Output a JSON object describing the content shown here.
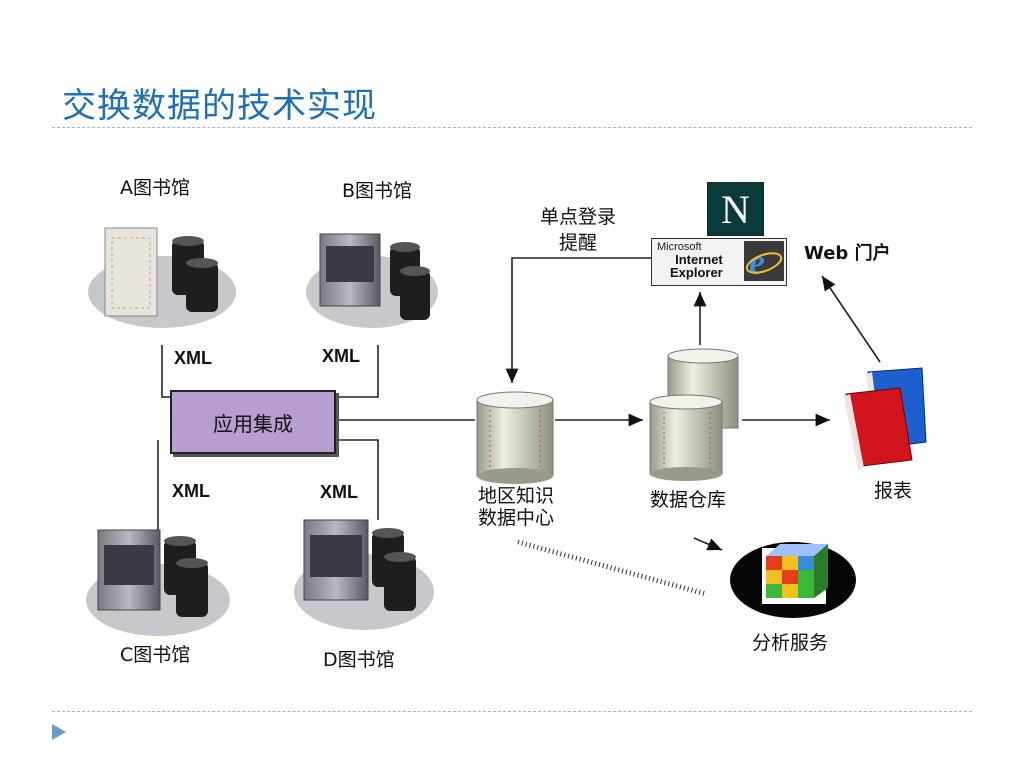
{
  "title": "交换数据的技术实现",
  "libraries": {
    "a": "A图书馆",
    "b": "B图书馆",
    "c": "C图书馆",
    "d": "D图书馆"
  },
  "xml_labels": [
    "XML",
    "XML",
    "XML",
    "XML"
  ],
  "app_integration": "应用集成",
  "regional_center": [
    "地区知识",
    "数据中心"
  ],
  "warehouse": "数据仓库",
  "sso": [
    "单点登录",
    "提醒"
  ],
  "web_portal": "Web 门户",
  "report": "报表",
  "analysis": "分析服务",
  "browser": {
    "ms": "Microsoft",
    "ie_line1": "Internet",
    "ie_line2": "Explorer",
    "ns_letter": "N"
  },
  "colors": {
    "title": "#1f6fb5",
    "app_box": "#b89ed0",
    "book_red": "#d2141c",
    "book_blue": "#1e5fd0"
  }
}
